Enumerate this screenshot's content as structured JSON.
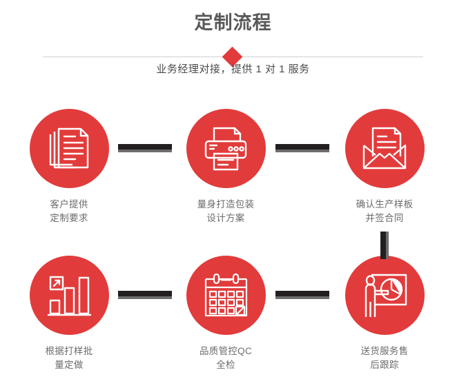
{
  "header": {
    "title": "定制流程",
    "subtitle": "业务经理对接，提供 1 对 1 服务",
    "divider_icon": "diamond-icon",
    "accent_color": "#e23b3b",
    "title_color": "#595959",
    "divider_line_color": "#cfcfcf"
  },
  "flow": {
    "connector_color": "#231f20",
    "connector_shadow_color": "#6d6d6d",
    "circle_color": "#e23b3b",
    "label_color": "#6b6b6b",
    "steps": [
      {
        "index": 1,
        "icon": "documents-stack-icon",
        "label": "客户提供\n定制要求"
      },
      {
        "index": 2,
        "icon": "printer-icon",
        "label": "量身打造包装\n设计方案"
      },
      {
        "index": 3,
        "icon": "open-envelope-letter-icon",
        "label": "确认生产样板\n并签合同"
      },
      {
        "index": 4,
        "icon": "bar-chart-growth-icon",
        "label": "根据打样批\n量定做"
      },
      {
        "index": 5,
        "icon": "calendar-check-icon",
        "label": "品质管控QC\n全检"
      },
      {
        "index": 6,
        "icon": "presenter-pie-chart-icon",
        "label": "送货服务售\n后跟踪"
      }
    ],
    "connectors": [
      {
        "name": "connector-step1-step2",
        "orientation": "horizontal"
      },
      {
        "name": "connector-step2-step3",
        "orientation": "horizontal"
      },
      {
        "name": "connector-step3-step6",
        "orientation": "vertical"
      },
      {
        "name": "connector-step4-step5",
        "orientation": "horizontal"
      },
      {
        "name": "connector-step5-step6",
        "orientation": "horizontal"
      }
    ]
  }
}
